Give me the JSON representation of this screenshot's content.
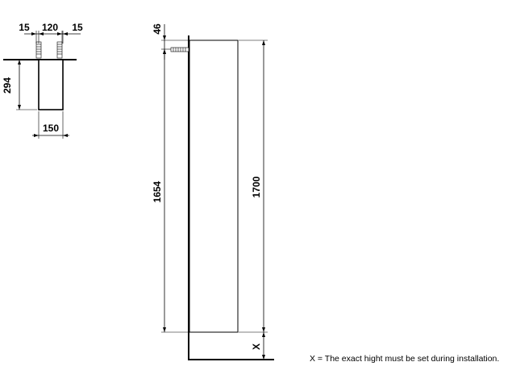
{
  "top_view": {
    "dim_left": "15",
    "dim_middle": "120",
    "dim_right": "15",
    "dim_depth": "294",
    "dim_width": "150"
  },
  "side_view": {
    "dim_top_offset": "46",
    "dim_mount_height": "1654",
    "dim_total_height": "1700",
    "dim_floor_gap": "X"
  },
  "note": "X = The exact hight must be set during installation."
}
